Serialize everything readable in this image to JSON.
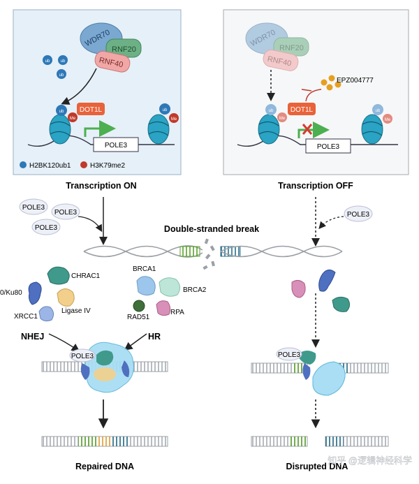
{
  "panels": {
    "on": {
      "complex": [
        "WDR70",
        "RNF20",
        "RNF40"
      ],
      "ub_label": "ub",
      "me_label": "Me",
      "enzyme": "DOT1L",
      "gene": "POLE3",
      "legend": {
        "ub": "H2BK120ub1",
        "me": "H3K79me2"
      },
      "caption": "Transcription ON"
    },
    "off": {
      "complex": [
        "WDR70",
        "RNF20",
        "RNF40"
      ],
      "ub_label": "ub",
      "me_label": "Me",
      "enzyme": "DOT1L",
      "inhibitor": "EPZ004777",
      "gene": "POLE3",
      "caption": "Transcription OFF"
    }
  },
  "middle": {
    "pole3_left": [
      "POLE3",
      "POLE3",
      "POLE3"
    ],
    "pole3_right": "POLE3",
    "break_label": "Double-stranded break"
  },
  "repair": {
    "proteins_nhej": [
      "0/Ku80",
      "CHRAC1",
      "Ligase IV",
      "XRCC1"
    ],
    "proteins_hr": [
      "BRCA1",
      "BRCA2",
      "RAD51",
      "RPA"
    ],
    "pathway_left": "NHEJ",
    "pathway_right": "HR",
    "pole3_complex": "POLE3",
    "pole3_disrupted": "POLE3",
    "outcome_left": "Repaired DNA",
    "outcome_right": "Disrupted DNA"
  },
  "watermark": "知乎 @逻辑神经科学",
  "colors": {
    "panel_on": "#e6f0f8",
    "panel_off": "#f6f7f8",
    "ub": "#2e78b7",
    "me": "#c0392b",
    "dot1l": "#e8623a",
    "nucleosome": "#2aa3c4",
    "arrow_green": "#4caf50"
  }
}
